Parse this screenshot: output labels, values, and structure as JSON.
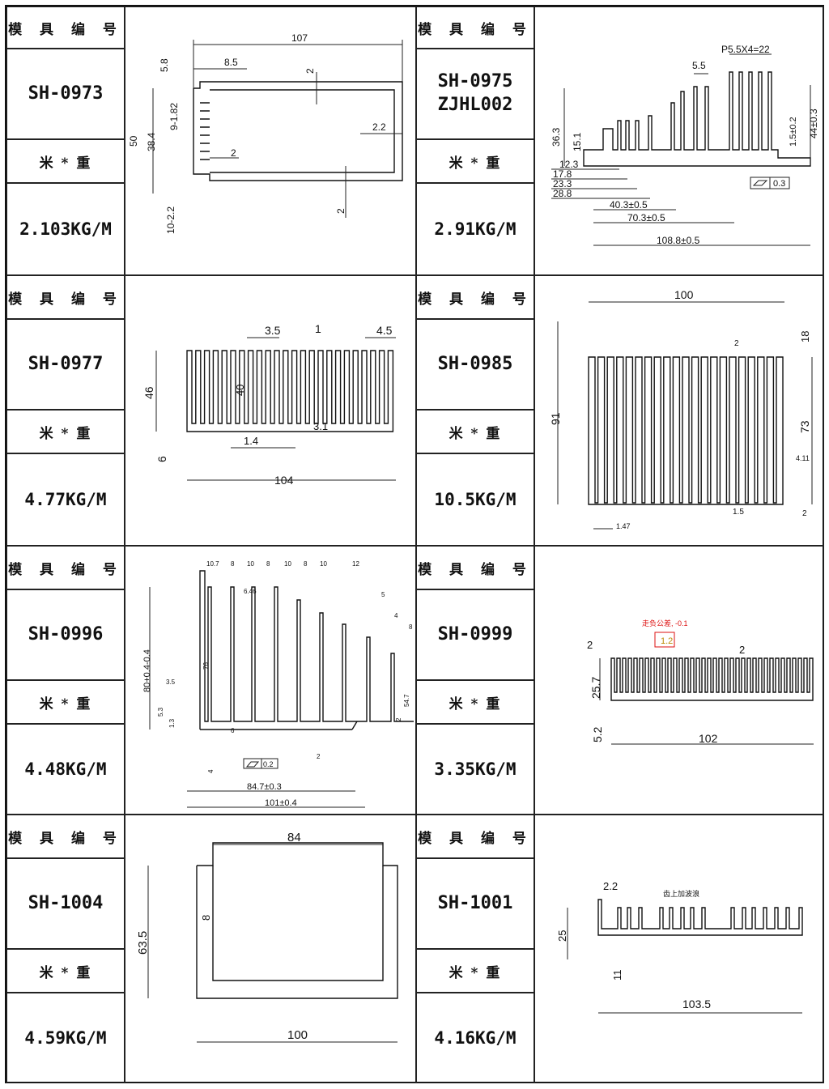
{
  "headers": {
    "mold_no": "模 具 编 号",
    "weight": "米 * 重"
  },
  "items": [
    {
      "code": "SH-0973",
      "weight": "2.103KG/M",
      "dims": {
        "a": "107",
        "b": "8.5",
        "c": "5.8",
        "d": "2",
        "e": "9-1.82",
        "f": "50",
        "g": "38.4",
        "h": "2.2",
        "i": "2",
        "j": "10-2.2",
        "k": "2"
      }
    },
    {
      "code": "SH-0975\nZJHL002",
      "weight": "2.91KG/M",
      "dims": {
        "a": "P5.5X4=22",
        "b": "5.5",
        "c": "36.3",
        "d": "15.1",
        "e": "12.3",
        "f": "17.8",
        "g": "23.3",
        "h": "28.8",
        "i": "40.3±0.5",
        "j": "70.3±0.5",
        "k": "108.8±0.5",
        "l": "1.5±0.2",
        "m": "44±0.3",
        "n": "0.3"
      }
    },
    {
      "code": "SH-0977",
      "weight": "4.77KG/M",
      "dims": {
        "a": "3.5",
        "b": "1",
        "c": "4.5",
        "d": "46",
        "e": "40",
        "f": "1.4",
        "g": "3.1",
        "h": "6",
        "i": "104"
      }
    },
    {
      "code": "SH-0985",
      "weight": "10.5KG/M",
      "dims": {
        "a": "100",
        "b": "18",
        "c": "2",
        "d": "91",
        "e": "73",
        "f": "4.11",
        "g": "1.5",
        "h": "2",
        "i": "1.47"
      }
    },
    {
      "code": "SH-0996",
      "weight": "4.48KG/M",
      "dims": {
        "a": "10.7",
        "b": "8",
        "c": "10",
        "d": "8",
        "e": "10",
        "f": "8",
        "g": "10",
        "h": "12",
        "i": "6.46",
        "j": "5",
        "k": "4",
        "l": "8",
        "m": "80+0.4-0.4",
        "n": "76",
        "o": "3.5",
        "p": "5.3",
        "q": "1.3",
        "r": "6",
        "s": "54.7",
        "t": "2",
        "u": "0.2",
        "v": "84.7±0.3",
        "w": "101±0.4",
        "x": "4",
        "y": "2"
      }
    },
    {
      "code": "SH-0999",
      "weight": "3.35KG/M",
      "dims": {
        "a": "走负公差, -0.1",
        "b": "1.2",
        "c": "2",
        "d": "2",
        "e": "25.7",
        "f": "5.2",
        "g": "102"
      }
    },
    {
      "code": "SH-1004",
      "weight": "4.59KG/M",
      "dims": {
        "a": "84",
        "b": "63.5",
        "c": "8",
        "d": "100"
      }
    },
    {
      "code": "SH-1001",
      "weight": "4.16KG/M",
      "dims": {
        "a": "2.2",
        "b": "齿上加波浪",
        "c": "25",
        "d": "11",
        "e": "103.5"
      }
    }
  ]
}
